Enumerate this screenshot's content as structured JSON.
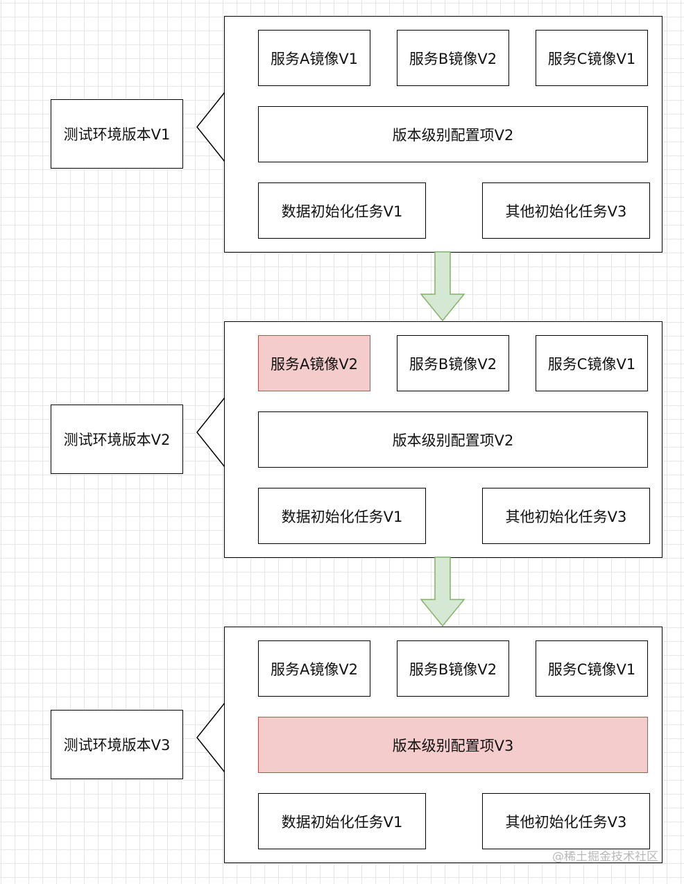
{
  "colors": {
    "highlight_fill": "#f4cccc",
    "highlight_stroke": "#b85450",
    "arrow_fill": "#d5e8d4",
    "arrow_stroke": "#82b366"
  },
  "versions": [
    {
      "label": "测试环境版本V1",
      "service_a": "服务A镜像V1",
      "service_b": "服务B镜像V2",
      "service_c": "服务C镜像V1",
      "config": "版本级别配置项V2",
      "data_init": "数据初始化任务V1",
      "other_init": "其他初始化任务V3",
      "highlighted": []
    },
    {
      "label": "测试环境版本V2",
      "service_a": "服务A镜像V2",
      "service_b": "服务B镜像V2",
      "service_c": "服务C镜像V1",
      "config": "版本级别配置项V2",
      "data_init": "数据初始化任务V1",
      "other_init": "其他初始化任务V3",
      "highlighted": [
        "service_a"
      ]
    },
    {
      "label": "测试环境版本V3",
      "service_a": "服务A镜像V2",
      "service_b": "服务B镜像V2",
      "service_c": "服务C镜像V1",
      "config": "版本级别配置项V3",
      "data_init": "数据初始化任务V1",
      "other_init": "其他初始化任务V3",
      "highlighted": [
        "config"
      ]
    }
  ],
  "watermark": "@稀土掘金技术社区"
}
